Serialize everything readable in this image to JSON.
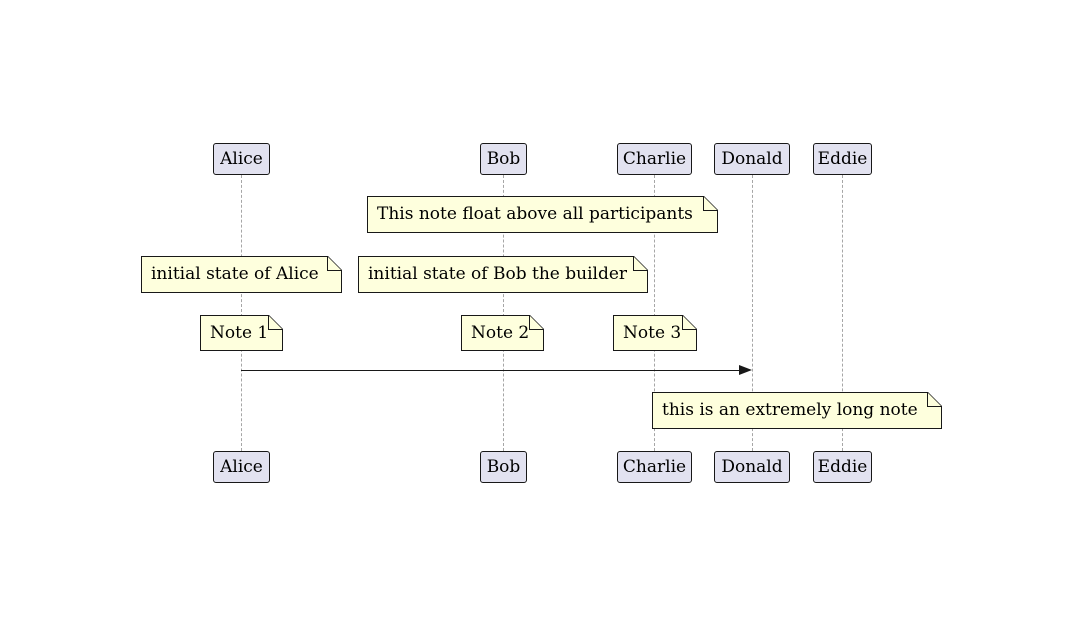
{
  "diagram": {
    "kind": "sequence-diagram",
    "participants": [
      {
        "name": "Alice"
      },
      {
        "name": "Bob"
      },
      {
        "name": "Charlie"
      },
      {
        "name": "Donald"
      },
      {
        "name": "Eddie"
      }
    ],
    "notes": [
      {
        "text": "This note float above all participants"
      },
      {
        "text": "initial state of Alice"
      },
      {
        "text": "initial state of Bob the builder"
      },
      {
        "text": "Note 1"
      },
      {
        "text": "Note 2"
      },
      {
        "text": "Note 3"
      },
      {
        "text": "this is an extremely long note"
      }
    ],
    "messages": [
      {
        "from": "Alice",
        "to": "Donald",
        "label": ""
      }
    ],
    "colors": {
      "participant_fill": "#E2E2F0",
      "participant_border": "#181818",
      "note_fill": "#FEFFDD",
      "note_border": "#181818",
      "lifeline": "#A6A6A6",
      "arrow": "#181818",
      "background": "#FFFFFF"
    }
  }
}
